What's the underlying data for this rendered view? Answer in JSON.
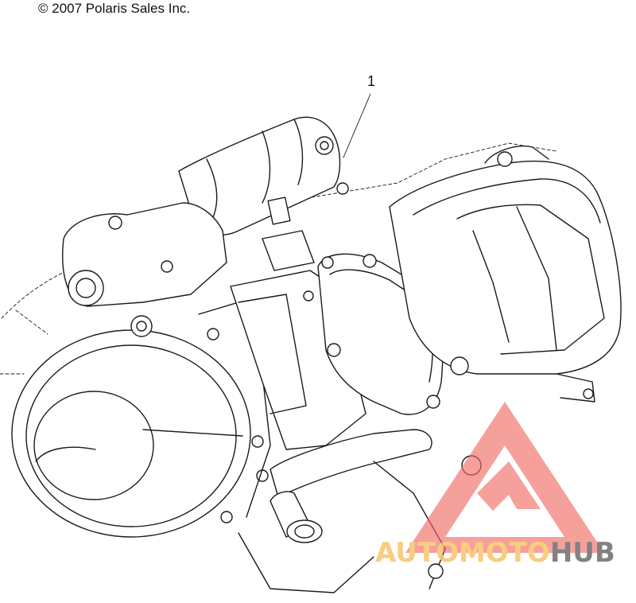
{
  "header": {
    "copyright": "© 2007 Polaris Sales Inc."
  },
  "callouts": [
    {
      "label": "1"
    }
  ],
  "watermark": {
    "text_left": "AUTOMOTO",
    "text_right": "HUB",
    "color_accent": "#f26b63",
    "color_accent_text": "#f7c56a",
    "color_dark": "#6d6d6d"
  },
  "colors": {
    "line": "#1a1a1a",
    "background": "#ffffff"
  }
}
